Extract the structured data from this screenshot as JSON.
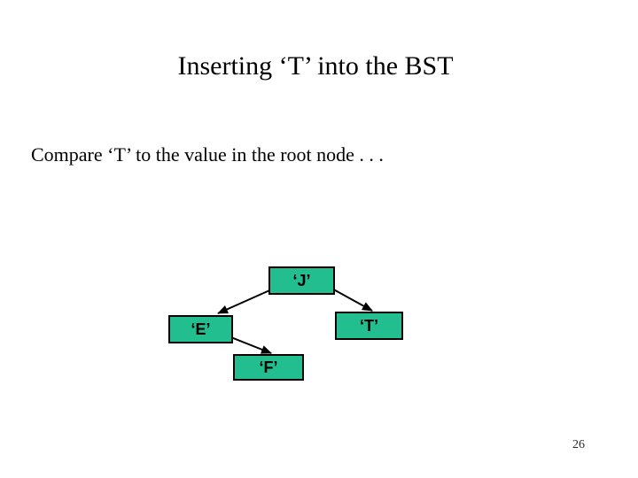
{
  "slide": {
    "title": "Inserting ‘T’ into the BST",
    "body_text": "Compare ‘T’ to the value in the root node . . .",
    "page_number": "26"
  },
  "diagram": {
    "type": "binary-search-tree",
    "nodes": [
      {
        "id": "J",
        "label": "‘J’"
      },
      {
        "id": "E",
        "label": "‘E’"
      },
      {
        "id": "T",
        "label": "‘T’"
      },
      {
        "id": "F",
        "label": "‘F’"
      }
    ],
    "edges": [
      {
        "from": "J",
        "to": "E",
        "direction": "left-child"
      },
      {
        "from": "J",
        "to": "T",
        "direction": "right-child"
      },
      {
        "from": "E",
        "to": "F",
        "direction": "right-child"
      }
    ]
  },
  "colors": {
    "node_fill": "#23be90",
    "node_border": "#000000",
    "arrow": "#000000",
    "background": "#ffffff",
    "text": "#000000"
  }
}
